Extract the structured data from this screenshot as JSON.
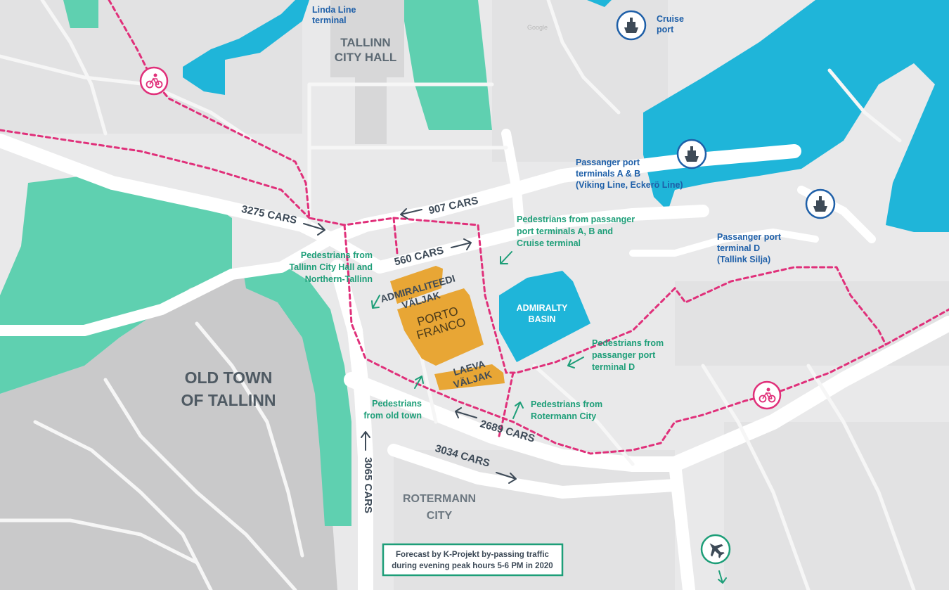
{
  "map": {
    "watermark": "Google",
    "areas": {
      "city_hall": "TALLINN CITY HALL",
      "old_town": "OLD TOWN OF TALLINN",
      "rotermann": "ROTERMANN CITY",
      "admiralty_basin": "ADMIRALTY BASIN"
    },
    "streets": {
      "admiraliteedi": "ADMIRALITEEDI VÄLJAK",
      "laeva": "LAEVA VÄLJAK"
    },
    "building": {
      "name_line1": "PORTO",
      "name_line2": "FRANCO"
    },
    "terminals": {
      "linda": "Linda Line terminal",
      "cruise": "Cruise port",
      "ab_line1": "Passanger port",
      "ab_line2": "terminals A & B",
      "ab_line3": "(Viking Line, Eckerö Line)",
      "d_line1": "Passanger port",
      "d_line2": "terminal D",
      "d_line3": "(Tallink Silja)"
    },
    "traffic": {
      "c3275": "3275 CARS",
      "c907": "907 CARS",
      "c560": "560 CARS",
      "c2689": "2689 CARS",
      "c3034": "3034 CARS",
      "c3065": "3065 CARS"
    },
    "pedestrians": {
      "cityhall_1": "Pedestrians from",
      "cityhall_2": "Tallinn City Hall and",
      "cityhall_3": "Northern-Tallinn",
      "port_1": "Pedestrians from passanger",
      "port_2": "port terminals A, B and",
      "port_3": "Cruise terminal",
      "termd_1": "Pedestrians from",
      "termd_2": "passanger port",
      "termd_3": "terminal D",
      "oldtown_1": "Pedestrians",
      "oldtown_2": "from old town",
      "roter_1": "Pedestrians from",
      "roter_2": "Rotermann City"
    },
    "legend": {
      "line1": "Forecast by K-Projekt by-passing traffic",
      "line2": "during evening peak hours 5-6 PM in 2020"
    },
    "icons": [
      "bicycle-icon",
      "ship-icon",
      "airplane-icon"
    ],
    "colors": {
      "water": "#1fb5d9",
      "park": "#5fd0b0",
      "old_town": "#c9c9ca",
      "building": "#e8a635",
      "route": "#e0307a",
      "accent_blue": "#1e5fa8",
      "accent_green": "#1d9e78"
    }
  }
}
